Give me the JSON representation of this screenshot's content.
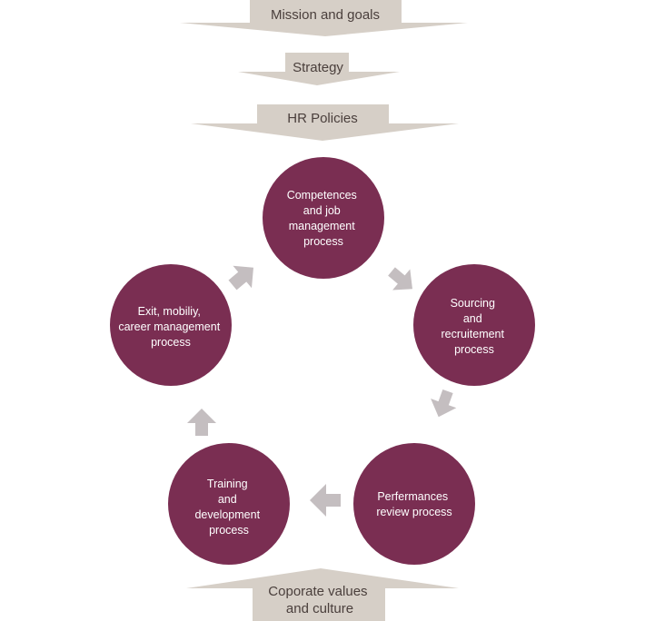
{
  "top_arrows": [
    {
      "label": "Mission and goals"
    },
    {
      "label": "Strategy"
    },
    {
      "label": "HR Policies"
    }
  ],
  "cycle": [
    {
      "lines": [
        "Competences",
        "and job",
        "management",
        "process"
      ]
    },
    {
      "lines": [
        "Sourcing",
        "and",
        "recruitement",
        "process"
      ]
    },
    {
      "lines": [
        "Perfermances",
        "review process"
      ]
    },
    {
      "lines": [
        "Training",
        "and",
        "development",
        "process"
      ]
    },
    {
      "lines": [
        "Exit, mobiliy,",
        "career management",
        "process"
      ]
    }
  ],
  "base": {
    "lines": [
      "Coporate values",
      "and culture"
    ]
  },
  "colors": {
    "circle_fill": "#7a2e52",
    "arrow_fill": "#d6cfc7",
    "arrow_box": "#cfc7be",
    "cycle_arrow": "#c4bec0",
    "box_text": "#4a3f3c",
    "circle_text": "#ffffff"
  }
}
